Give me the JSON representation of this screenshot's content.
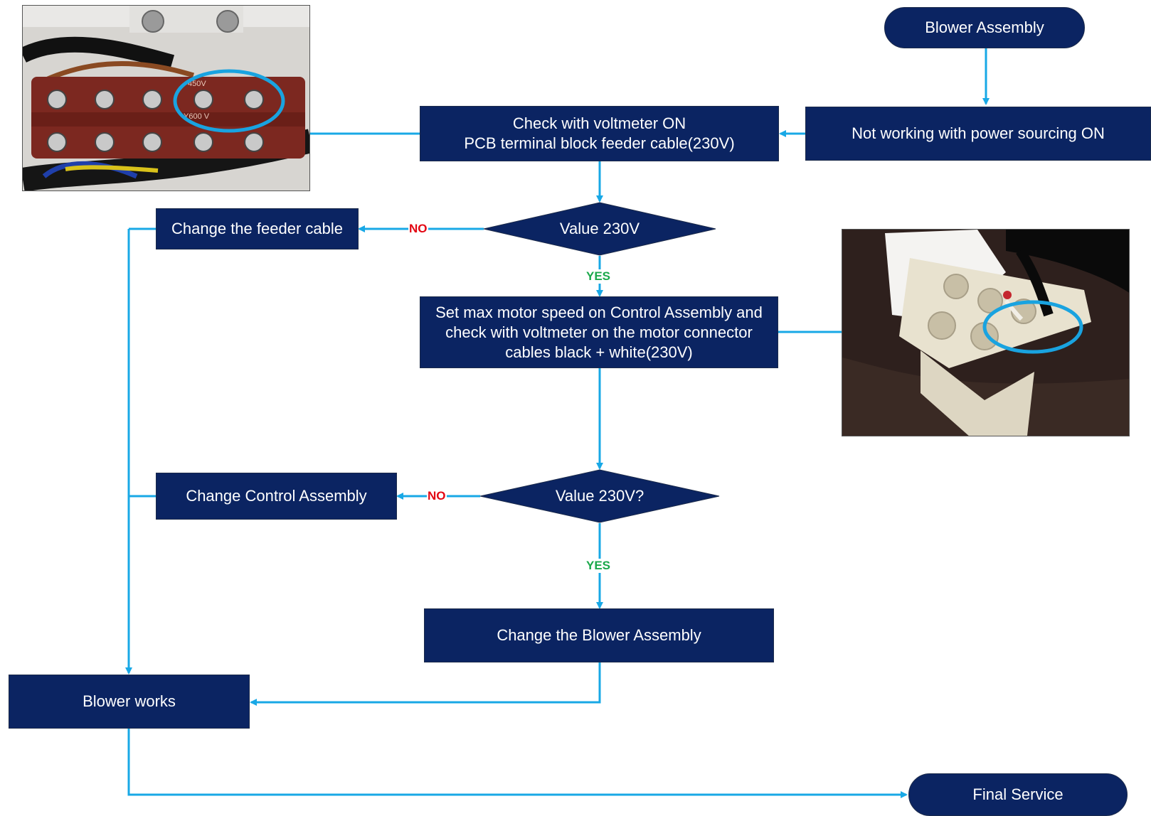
{
  "colors": {
    "box_fill": "#0b2462",
    "arrow": "#18a8e6",
    "no_label": "#e30613",
    "yes_label": "#1aa84a"
  },
  "nodes": {
    "start": "Blower Assembly",
    "not_working": "Not working with power sourcing ON",
    "check_voltmeter": [
      "Check with voltmeter ON",
      "PCB terminal block feeder cable(230V)"
    ],
    "decision1": "Value 230V",
    "change_feeder": "Change the feeder cable",
    "set_speed": [
      "Set max motor speed on Control Assembly and",
      "check with voltmeter on the motor connector",
      "cables black + white(230V)"
    ],
    "decision2": "Value 230V?",
    "change_control": "Change Control Assembly",
    "change_blower": "Change the Blower Assembly",
    "blower_works": "Blower works",
    "final_service": "Final Service"
  },
  "labels": {
    "no": "NO",
    "yes": "YES"
  },
  "photos": {
    "terminal_block": {
      "marks": [
        "450V",
        "Y600 V"
      ]
    }
  }
}
